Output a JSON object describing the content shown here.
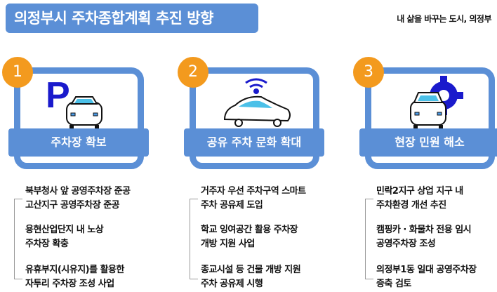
{
  "title": "의정부시 주차종합계획 추진 방향",
  "slogan": "내 삶을 바꾸는 도시, 의정부",
  "columns": [
    {
      "number": "1",
      "icon": "parking-car-icon",
      "label": "주차장 확보",
      "items": [
        [
          "북부청사 앞 공영주차장 준공",
          "고산지구 공영주차장 준공"
        ],
        [
          "용현산업단지 내 노상",
          "주차장 확충"
        ],
        [
          "유휴부지(시유지)를 활용한",
          "자투리 주차장 조성 사업"
        ]
      ]
    },
    {
      "number": "2",
      "icon": "connected-car-icon",
      "label": "공유 주차 문화 확대",
      "items": [
        [
          "거주자 우선 주차구역 스마트",
          "주차 공유제 도입"
        ],
        [
          "학교 잉여공간 활용 주차장",
          "개방 지원 사업"
        ],
        [
          "종교시설 등 건물 개방 지원",
          "주차 공유제 시행"
        ]
      ]
    },
    {
      "number": "3",
      "icon": "car-gear-icon",
      "label": "현장 민원 해소",
      "items": [
        [
          "민락2지구 상업 지구 내",
          "주차환경 개선 추진"
        ],
        [
          "캠핑카 · 화물차 전용 임시",
          "공영주차장 조성"
        ],
        [
          "의정부1동 일대 공영주차장",
          "증축 검토"
        ]
      ]
    }
  ],
  "colors": {
    "accent": "#5b8fd6",
    "number": "#f39a1e"
  }
}
